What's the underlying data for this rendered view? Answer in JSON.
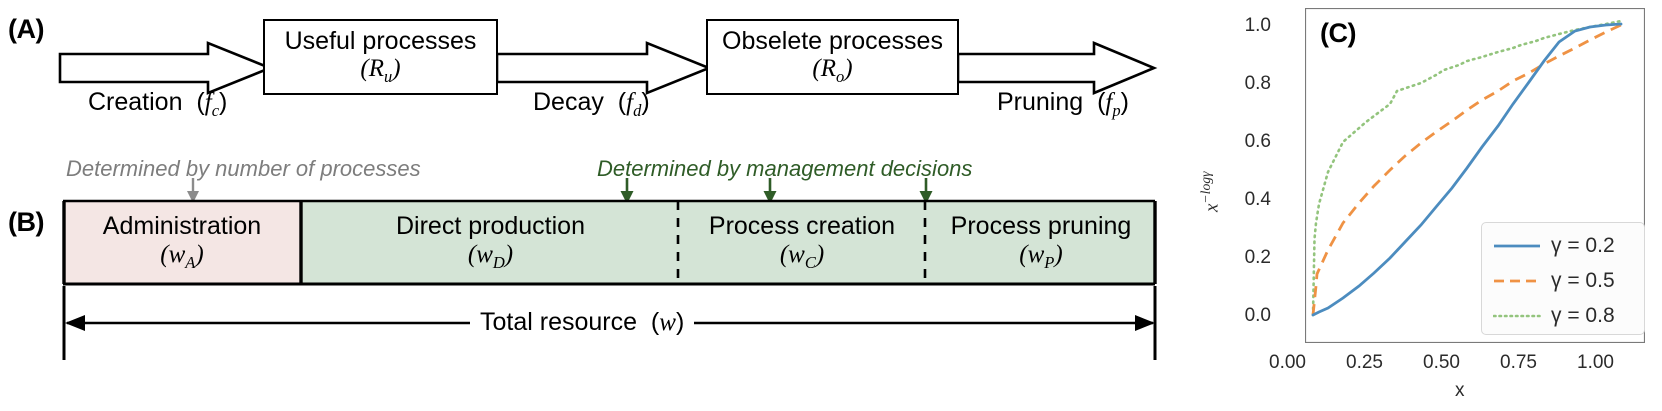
{
  "figure": {
    "panels": {
      "a_letter": "(A)",
      "b_letter": "(B)",
      "c_letter": "(C)"
    }
  },
  "panel_a": {
    "boxes": [
      {
        "title": "Useful processes",
        "symbol_base": "R",
        "symbol_sub": "u"
      },
      {
        "title": "Obselete processes",
        "symbol_base": "R",
        "symbol_sub": "o"
      }
    ],
    "flows": [
      {
        "label": "Creation",
        "symbol_base": "f",
        "symbol_sub": "c"
      },
      {
        "label": "Decay",
        "symbol_base": "f",
        "symbol_sub": "d"
      },
      {
        "label": "Pruning",
        "symbol_base": "f",
        "symbol_sub": "p"
      }
    ]
  },
  "panel_b": {
    "annotations": {
      "gray": "Determined by number of processes",
      "green": "Determined by management decisions"
    },
    "segments": [
      {
        "title": "Administration",
        "symbol_base": "w",
        "symbol_sub": "A",
        "fill": "#f4e6e4"
      },
      {
        "title": "Direct production",
        "symbol_base": "w",
        "symbol_sub": "D",
        "fill": "#d4e4d6"
      },
      {
        "title": "Process creation",
        "symbol_base": "w",
        "symbol_sub": "C",
        "fill": "#d4e4d6"
      },
      {
        "title": "Process pruning",
        "symbol_base": "w",
        "symbol_sub": "P",
        "fill": "#d4e4d6"
      }
    ],
    "total": {
      "label": "Total resource",
      "symbol": "w"
    }
  },
  "chart_data": {
    "type": "line",
    "title": "",
    "xlabel": "x",
    "ylabel": "x^{-log γ}",
    "xlim": [
      0.0,
      1.0
    ],
    "ylim": [
      0.0,
      1.0
    ],
    "xticks": [
      "0.00",
      "0.25",
      "0.50",
      "0.75",
      "1.00"
    ],
    "xtick_values": [
      0.0,
      0.25,
      0.5,
      0.75,
      1.0
    ],
    "yticks": [
      "0.0",
      "0.2",
      "0.4",
      "0.6",
      "0.8",
      "1.0"
    ],
    "ytick_values": [
      0.0,
      0.2,
      0.4,
      0.6,
      0.8,
      1.0
    ],
    "grid": false,
    "legend_position": "lower right",
    "series": [
      {
        "name": "γ = 0.2",
        "gamma": 0.2,
        "color": "#4c8cbf",
        "linestyle": "solid",
        "x": [
          0.0,
          0.02,
          0.05,
          0.1,
          0.15,
          0.2,
          0.25,
          0.3,
          0.35,
          0.4,
          0.45,
          0.5,
          0.55,
          0.6,
          0.65,
          0.7,
          0.75,
          0.8,
          0.85,
          0.9,
          0.95,
          1.0
        ],
        "y": [
          0.0,
          0.0073,
          0.0237,
          0.0588,
          0.0996,
          0.1457,
          0.1963,
          0.2512,
          0.3098,
          0.372,
          0.4375,
          0.5062,
          0.5779,
          0.6525,
          0.7299,
          0.81,
          0.8928,
          0.9781,
          1.0659,
          1.0,
          1.0,
          1.0
        ]
      },
      {
        "name": "γ = 0.5",
        "gamma": 0.5,
        "color": "#ef9244",
        "linestyle": "dashed",
        "x": [
          0.0,
          0.01,
          0.02,
          0.05,
          0.1,
          0.15,
          0.2,
          0.25,
          0.3,
          0.35,
          0.4,
          0.45,
          0.5,
          0.55,
          0.6,
          0.65,
          0.7,
          0.75,
          0.8,
          0.85,
          0.9,
          0.95,
          1.0
        ],
        "y": [
          0.0,
          0.1,
          0.1414,
          0.2236,
          0.3162,
          0.3873,
          0.4472,
          0.5,
          0.5477,
          0.5916,
          0.6325,
          0.6708,
          0.7071,
          0.7416,
          0.7746,
          0.8062,
          0.8367,
          0.866,
          0.8944,
          0.922,
          0.9487,
          0.9747,
          1.0
        ]
      },
      {
        "name": "γ = 0.8",
        "gamma": 0.8,
        "color": "#93c47d",
        "linestyle": "dotted",
        "x": [
          0.0,
          0.005,
          0.01,
          0.02,
          0.05,
          0.1,
          0.15,
          0.2,
          0.25,
          0.3,
          0.35,
          0.4,
          0.45,
          0.5,
          0.55,
          0.6,
          0.65,
          0.7,
          0.75,
          0.8,
          0.85,
          0.9,
          0.95,
          1.0
        ],
        "y": [
          0.0,
          0.2627,
          0.3175,
          0.3837,
          0.493,
          0.5957,
          0.6627,
          0.7198,
          0.765,
          0.8017,
          0.8322,
          0.8582,
          0.8806,
          0.9002,
          0.9175,
          0.9329,
          0.9468,
          0.9594,
          0.9708,
          0.9813,
          0.9909,
          0.9998,
          1.0,
          1.0
        ]
      }
    ]
  }
}
